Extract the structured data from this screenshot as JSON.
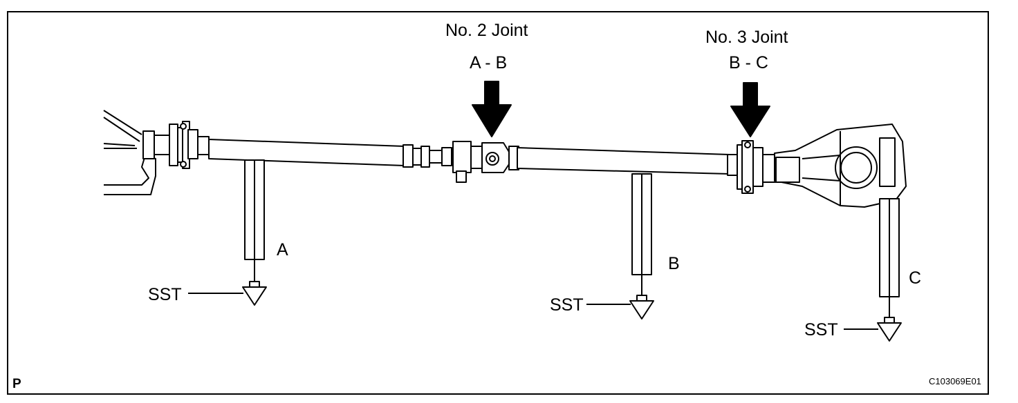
{
  "joints": {
    "no2": {
      "title": "No. 2 Joint",
      "range": "A - B"
    },
    "no3": {
      "title": "No. 3 Joint",
      "range": "B - C"
    }
  },
  "points": {
    "a": {
      "label": "A",
      "tool": "SST"
    },
    "b": {
      "label": "B",
      "tool": "SST"
    },
    "c": {
      "label": "C",
      "tool": "SST"
    }
  },
  "corner_mark": "P",
  "figure_code": "C103069E01"
}
